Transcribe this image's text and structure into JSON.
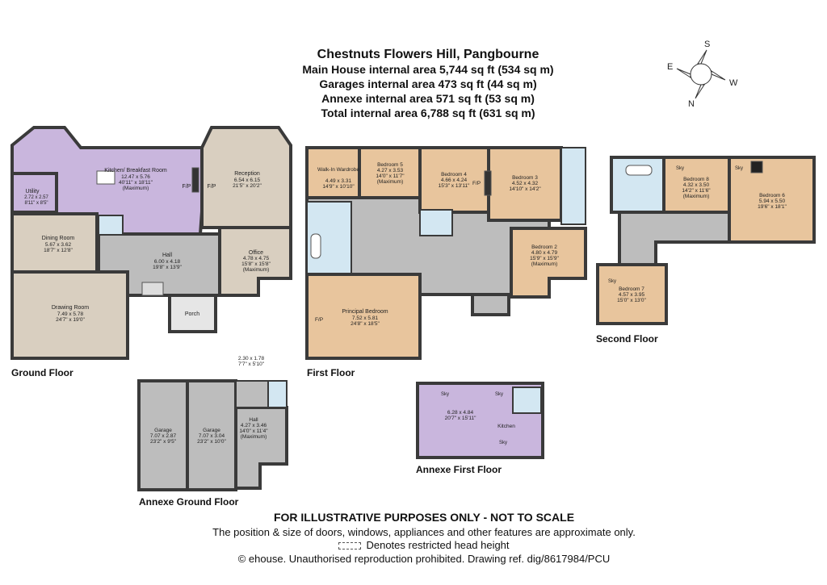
{
  "title": "Chestnuts Flowers Hill, Pangbourne",
  "areas": [
    "Main House internal area 5,744 sq ft (534 sq m)",
    "Garages internal area 473 sq ft (44 sq m)",
    "Annexe internal area 571 sq ft (53 sq m)",
    "Total internal area 6,788 sq ft (631 sq m)"
  ],
  "compass": {
    "s": "S",
    "e": "E",
    "w": "W",
    "n": "N"
  },
  "colors": {
    "purple": "#c9b6dd",
    "grey": "#bdbdbd",
    "tan": "#e8c59d",
    "beige": "#d9cfc0",
    "blue": "#d3e7f2",
    "wall": "#3a3a3a"
  },
  "floors": {
    "ground": "Ground Floor",
    "first": "First Floor",
    "second": "Second Floor",
    "annexe_ground": "Annexe Ground Floor",
    "annexe_first": "Annexe First Floor"
  },
  "rooms": {
    "utility": {
      "name": "Utility",
      "metric": "2.72 x 2.57",
      "imperial": "8'11\" x 8'5\""
    },
    "kitchen": {
      "name": "Kitchen/ Breakfast Room",
      "metric": "12.47 x 5.76",
      "imperial": "40'11\" x 18'11\"",
      "note": "(Maximum)"
    },
    "reception": {
      "name": "Reception",
      "metric": "6.54 x 6.15",
      "imperial": "21'5\" x 20'2\""
    },
    "dining": {
      "name": "Dining Room",
      "metric": "5.67 x 3.62",
      "imperial": "18'7\" x 12'8\""
    },
    "hall": {
      "name": "Hall",
      "metric": "6.00 x 4.18",
      "imperial": "19'8\" x 13'9\""
    },
    "office": {
      "name": "Office",
      "metric": "4.78 x 4.75",
      "imperial": "15'8\" x 15'8\"",
      "note": "(Maximum)"
    },
    "drawing": {
      "name": "Drawing Room",
      "metric": "7.49 x 5.78",
      "imperial": "24'7\" x 19'0\""
    },
    "porch": {
      "name": "Porch"
    },
    "walkin": {
      "name": "Walk-In Wardrobe",
      "metric": "4.49 x 3.31",
      "imperial": "14'9\" x 10'10\""
    },
    "bed5": {
      "name": "Bedroom 5",
      "metric": "4.27 x 3.53",
      "imperial": "14'0\" x 11'7\"",
      "note": "(Maximum)"
    },
    "bed4": {
      "name": "Bedroom 4",
      "metric": "4.66 x 4.24",
      "imperial": "15'3\" x 13'11\""
    },
    "bed3": {
      "name": "Bedroom 3",
      "metric": "4.52 x 4.32",
      "imperial": "14'10\" x 14'2\""
    },
    "bed2": {
      "name": "Bedroom 2",
      "metric": "4.80 x 4.79",
      "imperial": "15'9\" x 15'9\"",
      "note": "(Maximum)"
    },
    "principal": {
      "name": "Principal Bedroom",
      "metric": "7.52 x 5.81",
      "imperial": "24'8\" x 18'5\""
    },
    "bed8": {
      "name": "Bedroom 8",
      "metric": "4.32 x 3.50",
      "imperial": "14'2\" x 11'6\"",
      "note": "(Maximum)"
    },
    "bed6": {
      "name": "Bedroom 6",
      "metric": "5.94 x 5.50",
      "imperial": "19'6\" x 18'1\""
    },
    "bed7": {
      "name": "Bedroom 7",
      "metric": "4.57 x 3.95",
      "imperial": "15'0\" x 13'0\""
    },
    "garage1": {
      "name": "Garage",
      "metric": "7.07 x 2.87",
      "imperial": "23'2\" x 9'5\""
    },
    "garage2": {
      "name": "Garage",
      "metric": "7.07 x 3.04",
      "imperial": "23'2\" x 10'0\""
    },
    "annexe_hall": {
      "name": "Hall",
      "metric": "4.27 x 3.46",
      "imperial": "14'0\" x 11'4\"",
      "note": "(Maximum)"
    },
    "annexe_store": {
      "metric": "2.30 x 1.78",
      "imperial": "7'7\" x 5'10\""
    },
    "annexe_room": {
      "metric": "6.28 x 4.84",
      "imperial": "20'7\" x 15'11\""
    },
    "annexe_kitchen": {
      "name": "Kitchen"
    }
  },
  "marks": {
    "fp": "F/P",
    "sky": "Sky"
  },
  "footer": {
    "disclaimer": "FOR ILLUSTRATIVE PURPOSES ONLY - NOT TO SCALE",
    "position_note": "The position & size of doors, windows, appliances and other features are approximate only.",
    "restricted": "Denotes restricted head height",
    "copyright": "© ehouse. Unauthorised reproduction prohibited. Drawing ref. dig/8617984/PCU"
  }
}
